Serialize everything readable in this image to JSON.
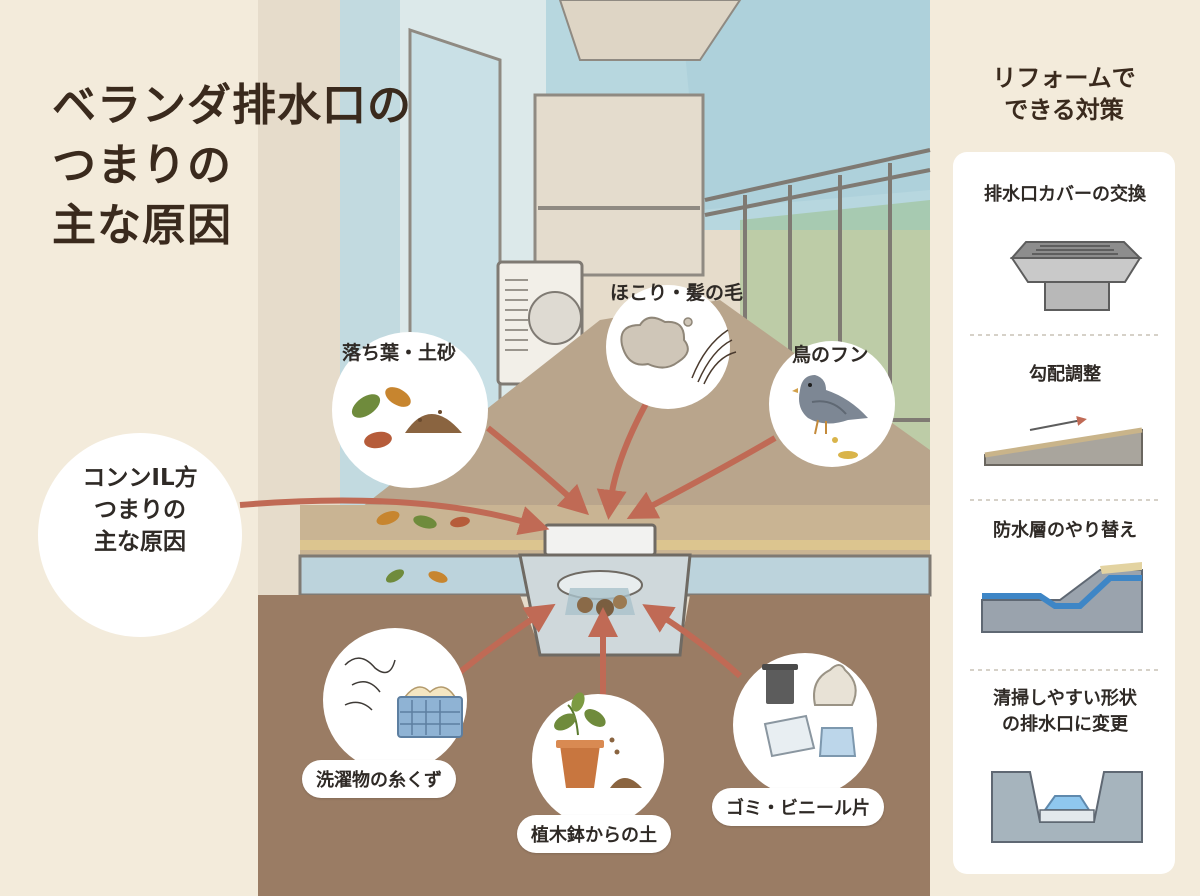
{
  "title": {
    "lines": [
      "ベランダ排水口の",
      "つまりの",
      "主な原因"
    ]
  },
  "causes": {
    "leaves": "落ち葉・土砂",
    "dust": "ほこり・髪の毛",
    "bird": "鳥のフン",
    "main_circle": [
      "コンンIL方",
      "つまりの",
      "主な原因"
    ],
    "laundry": "洗濯物の糸くず",
    "plant": "植木鉢からの土",
    "trash": "ゴミ・ビニール片"
  },
  "sidebar": {
    "heading": [
      "リフォームで",
      "できる対策"
    ],
    "items": [
      {
        "label": [
          "排水口カバーの交換"
        ]
      },
      {
        "label": [
          "勾配調整"
        ]
      },
      {
        "label": [
          "防水層のやり替え"
        ]
      },
      {
        "label": [
          "清掃しやすい形状",
          "の排水口に変更"
        ]
      }
    ]
  },
  "colors": {
    "background": "#f3ebdb",
    "sky": "#b7d7df",
    "floor": "#b9a58c",
    "dirt": "#9a7c64",
    "arrow": "#c06a55",
    "water": "#bcd3dc",
    "leaf_green": "#6f8b3c",
    "leaf_orange": "#c7852f"
  },
  "icons": {
    "leaves": "leaves-soil-icon",
    "dust": "dust-hair-icon",
    "bird": "pigeon-icon",
    "laundry": "laundry-basket-icon",
    "plant": "potted-plant-icon",
    "trash": "trash-bag-icon",
    "drain": "drain-grate-icon"
  }
}
